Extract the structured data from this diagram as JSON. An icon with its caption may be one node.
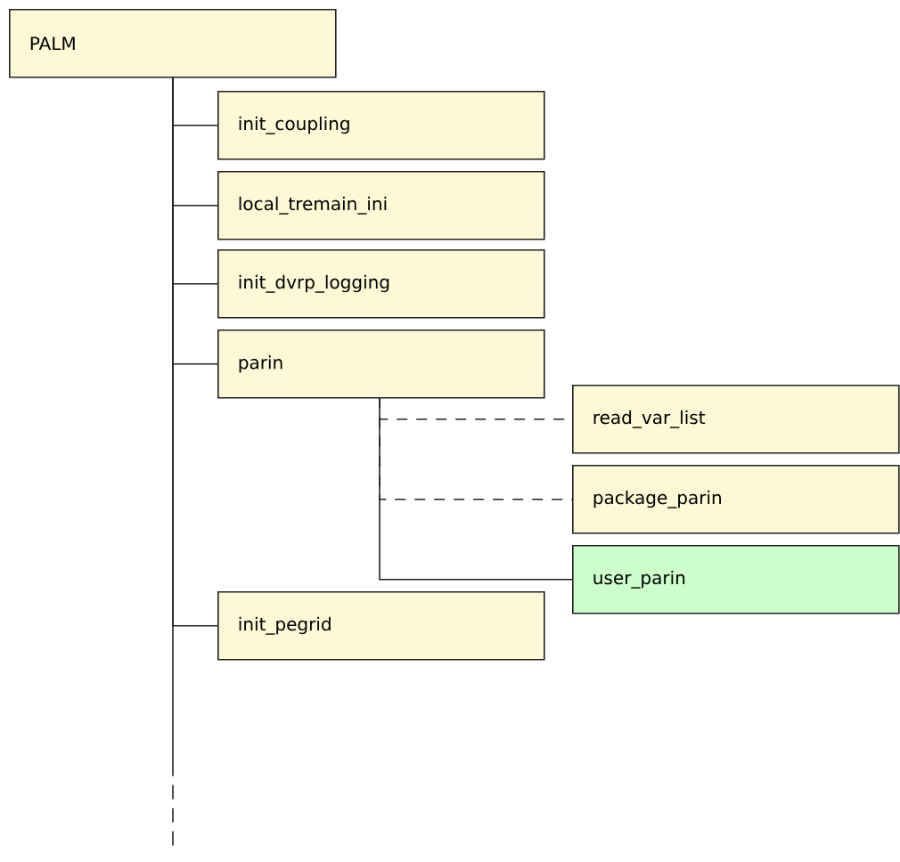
{
  "diagram": {
    "nodes": [
      {
        "text": [
          "PALM"
        ]
      },
      {
        "text": [
          "init_coupling"
        ]
      },
      {
        "text": [
          "local_tremain_ini"
        ]
      },
      {
        "text": [
          "init_dvrp_logging"
        ]
      },
      {
        "text": [
          "parin"
        ]
      },
      {
        "text": [
          "read_var_list"
        ]
      },
      {
        "text": [
          "package_parin"
        ]
      },
      {
        "text": [
          "user_parin"
        ]
      },
      {
        "text": [
          "init_pegrid"
        ]
      }
    ],
    "edges": [
      {
        "from": 0,
        "to": 1,
        "arrow": "none"
      },
      {
        "from": 0,
        "to": 2,
        "arrow": "none"
      },
      {
        "from": 0,
        "to": 3,
        "arrow": "none"
      },
      {
        "from": 0,
        "to": 4,
        "arrow": "none"
      },
      {
        "from": 4,
        "to": 5,
        "arrow": "none",
        "style": "dashed"
      },
      {
        "from": 4,
        "to": 6,
        "arrow": "none",
        "style": "dashed"
      },
      {
        "from": 4,
        "to": 7,
        "arrow": "none"
      },
      {
        "from": 0,
        "to": 8,
        "arrow": "none"
      },
      {
        "from": 0,
        "to": null,
        "arrow": "none",
        "style": "dashed"
      }
    ]
  }
}
